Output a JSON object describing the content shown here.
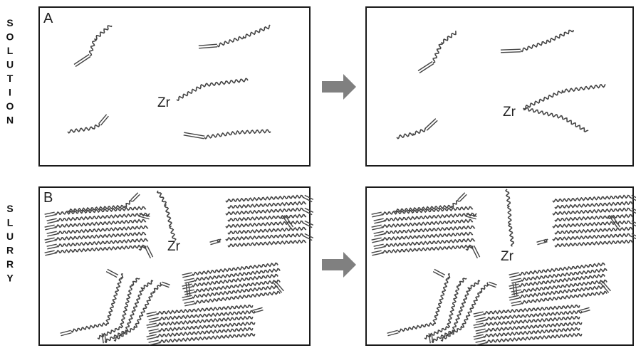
{
  "rows": [
    {
      "label": "SOLUTION",
      "panel_letter": "A",
      "atom_before": "Zr",
      "atom_after": "Zr"
    },
    {
      "label": "SLURRY",
      "panel_letter": "B",
      "atom_before": "Zr",
      "atom_after": "Zr"
    }
  ],
  "colors": {
    "frame": "#1a1a1a",
    "chain": "#444444",
    "arrow": "#808080"
  },
  "icons": {
    "transition": "right-arrow-icon"
  }
}
